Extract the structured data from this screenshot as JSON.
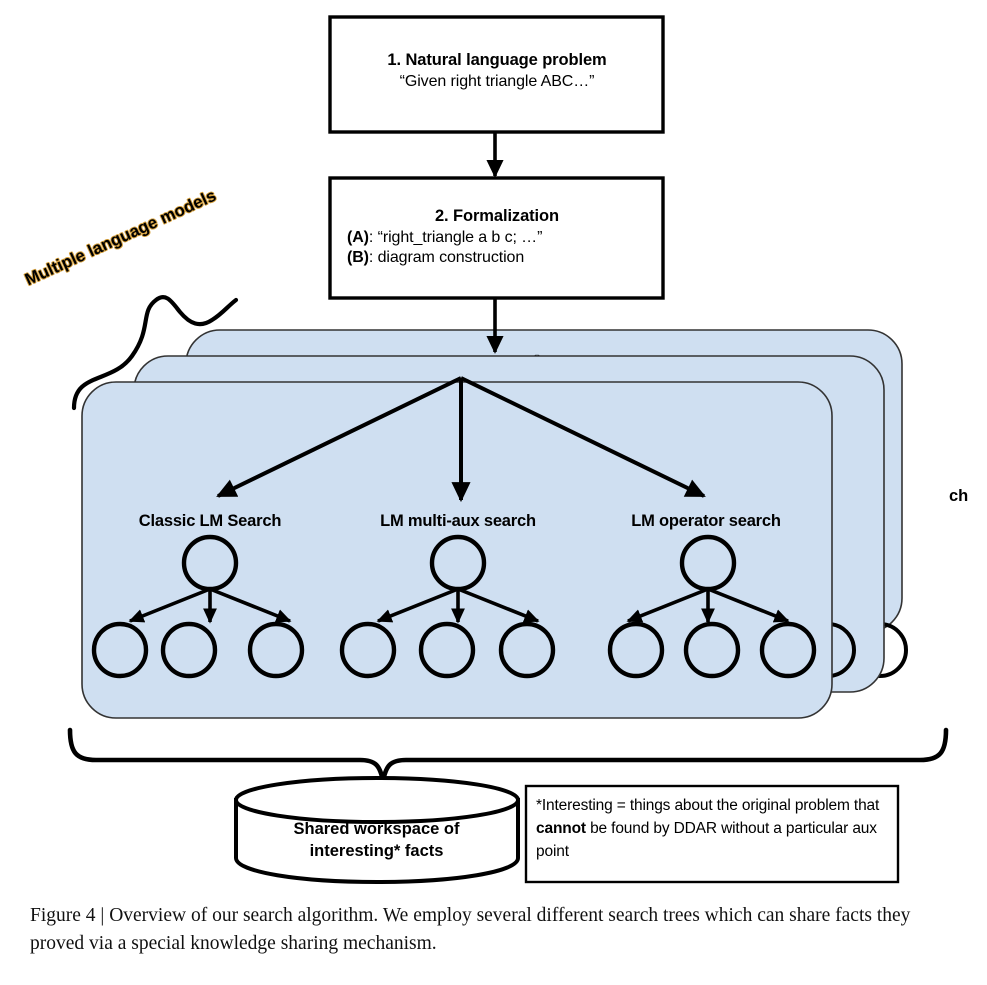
{
  "figure": {
    "caption": "Figure 4 | Overview of our search algorithm. We employ several different search trees which can share facts they proved via a special knowledge sharing mechanism."
  },
  "steps": [
    {
      "id": "natural-language-problem",
      "title": "1. Natural language problem",
      "subtitle": "“Given right triangle ABC…”"
    },
    {
      "id": "formalization",
      "title": "2. Formalization",
      "line_a_tag": "(A)",
      "line_a": ": “right_triangle a b c; …”",
      "line_b_tag": "(B)",
      "line_b": ": diagram construction"
    }
  ],
  "annotation": {
    "multiple_models": "Multiple language models"
  },
  "search_trees": [
    {
      "label": "Classic LM Search",
      "root_nodes": 1,
      "leaf_nodes": 3
    },
    {
      "label": "LM multi-aux search",
      "root_nodes": 1,
      "leaf_nodes": 3
    },
    {
      "label": "LM operator search",
      "root_nodes": 1,
      "leaf_nodes": 3
    }
  ],
  "hidden_card_label_fragment": "ch",
  "workspace": {
    "line1": "Shared workspace of",
    "line2": "interesting* facts"
  },
  "footnote": {
    "part1": "*Interesting = things about the original problem that ",
    "emphasis": "cannot",
    "part2": " be found by DDAR without a particular aux point"
  },
  "colors": {
    "card_fill": "#cfdff1",
    "card_stroke": "#333333",
    "box_stroke": "#000000",
    "line": "#000000",
    "annotation_outline": "#d9a441",
    "page_bg": "#ffffff"
  }
}
